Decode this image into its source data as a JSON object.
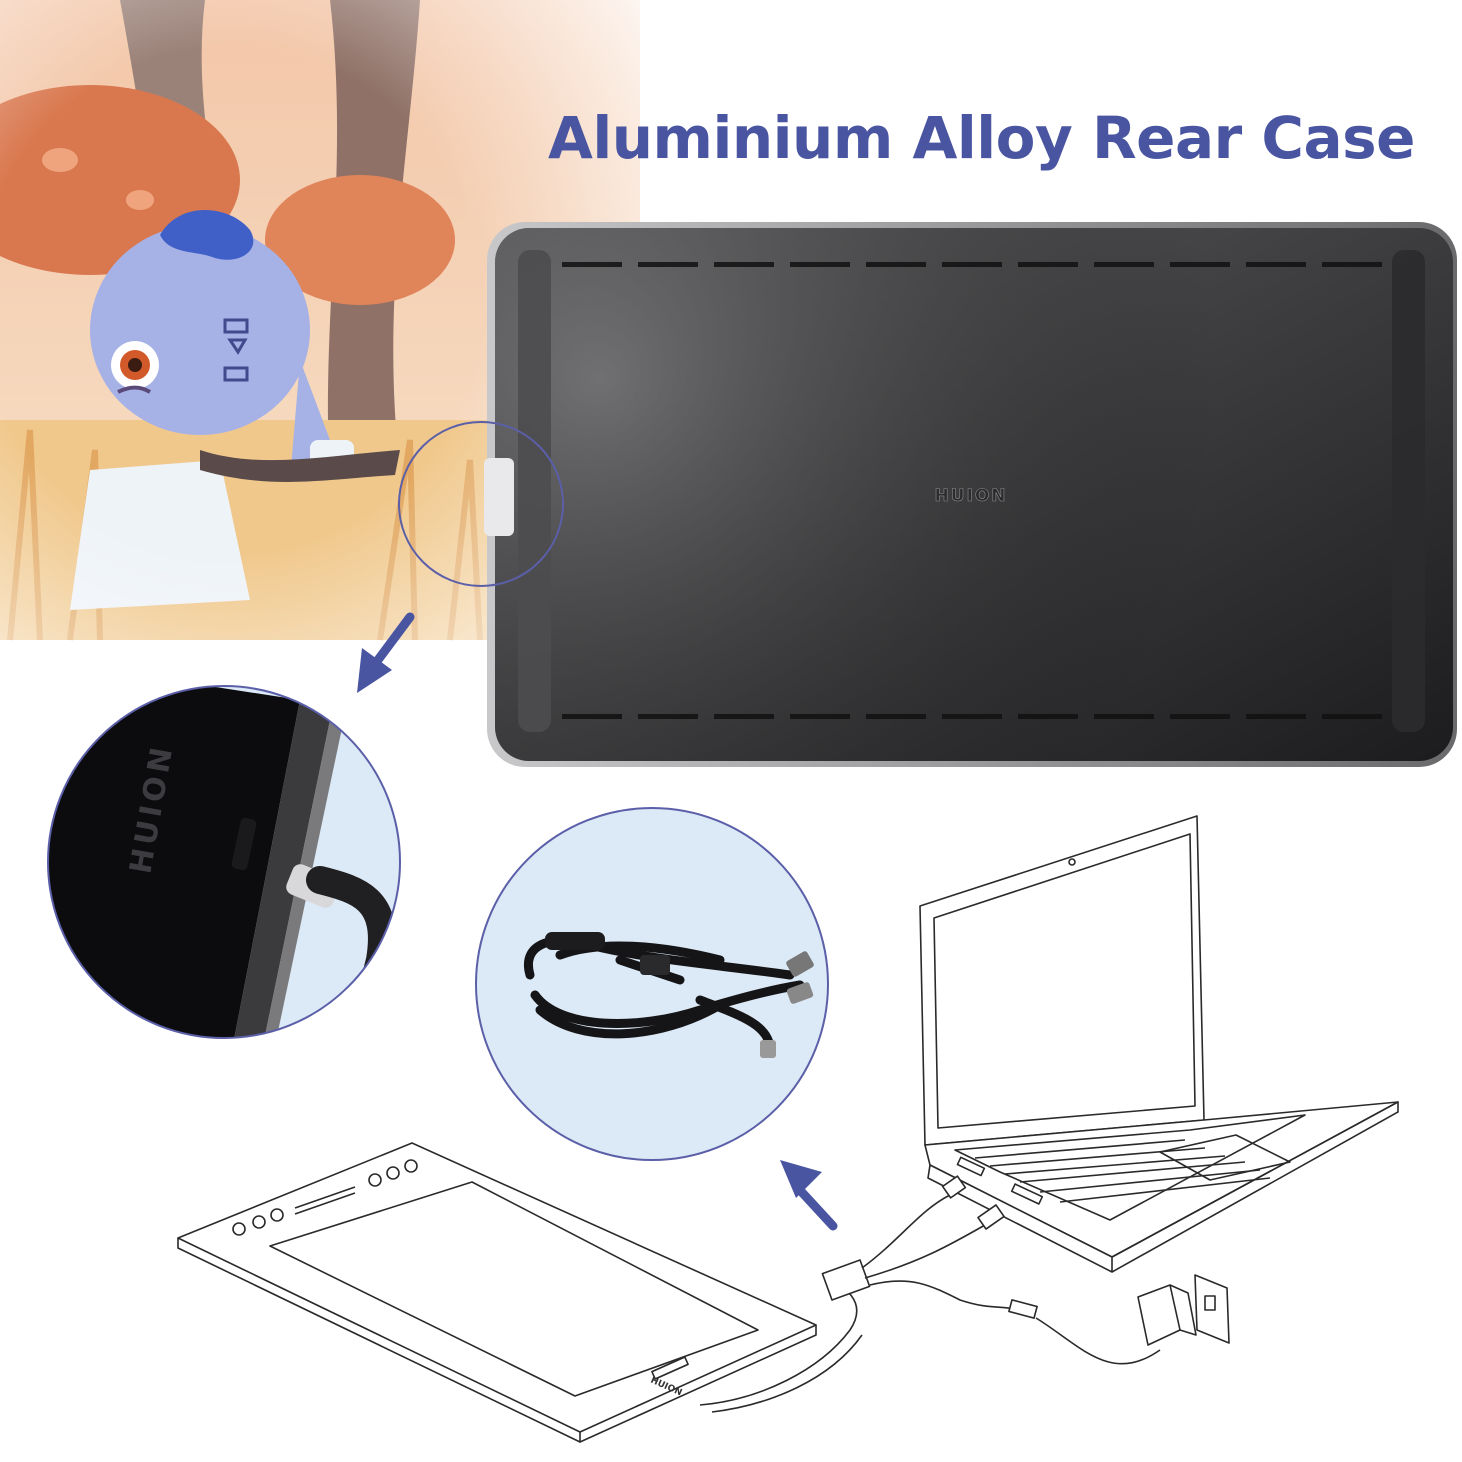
{
  "headline": "Aluminium Alloy Rear Case",
  "brand": {
    "logo_text": "HUION"
  },
  "colors": {
    "headline": "#4a55a2",
    "callout_circle": "#5a5fa8",
    "arrow": "#4a55a2",
    "case_dark": "#1f1f21",
    "case_light": "#5a5a5c",
    "bubble_fill": "#dce9f6"
  },
  "icons": [
    "rear-case",
    "usb-c-connector",
    "three-in-one-cable",
    "laptop",
    "pen-display",
    "power-adapter",
    "wall-socket",
    "arrow"
  ]
}
